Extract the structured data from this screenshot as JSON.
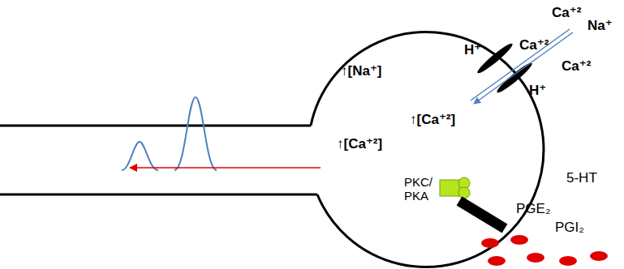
{
  "diagram": {
    "labels": [
      "Ca⁺²",
      "Na⁺",
      "Ca⁺²",
      "Ca⁺²",
      "H⁺",
      "H⁺",
      "↑[Na⁺]",
      "↑[Ca⁺²]",
      "↑[Ca⁺²]",
      "PKC/ PKA",
      "5-HT",
      "PGE₂",
      "PGI₂"
    ]
  }
}
